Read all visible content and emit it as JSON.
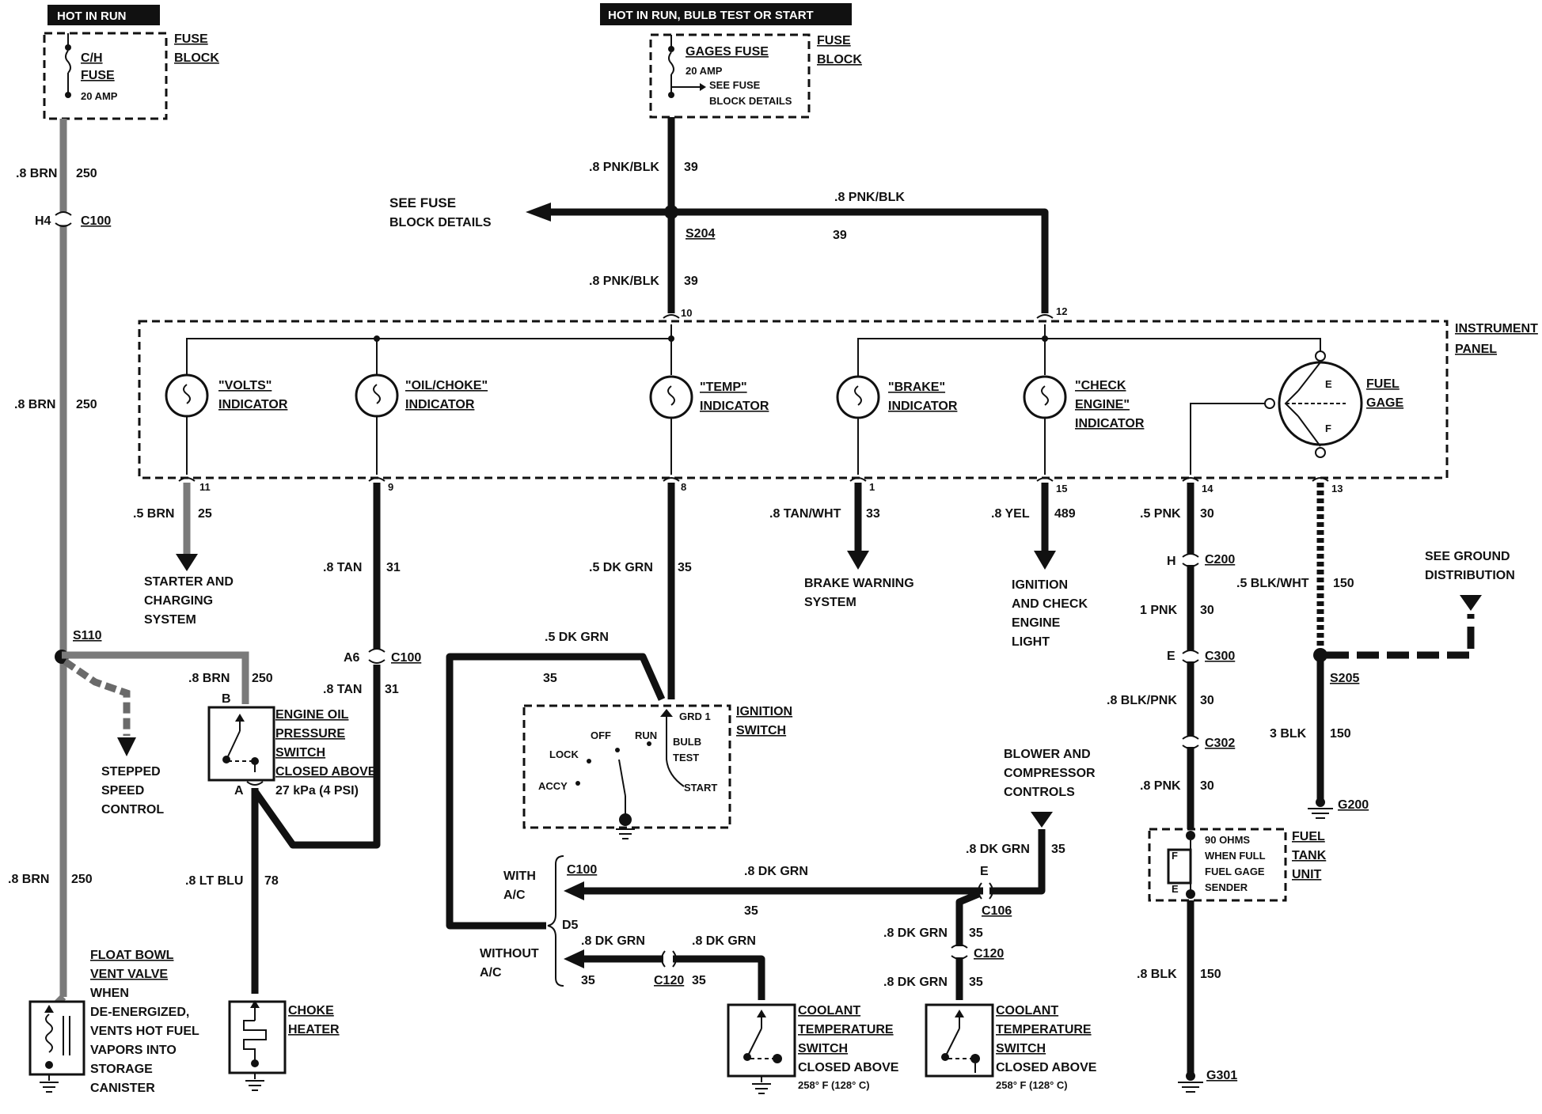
{
  "headers": {
    "hot_in_run": "HOT IN RUN",
    "hot_in_run_bulb": "HOT IN RUN, BULB TEST OR START"
  },
  "fuse_left": {
    "name1": "C/H",
    "name2": "FUSE",
    "rating": "20 AMP",
    "block1": "FUSE",
    "block2": "BLOCK"
  },
  "fuse_right": {
    "name": "GAGES FUSE",
    "rating": "20 AMP",
    "see1": "SEE FUSE",
    "see2": "BLOCK DETAILS",
    "block1": "FUSE",
    "block2": "BLOCK"
  },
  "see_fuse": {
    "line1": "SEE FUSE",
    "line2": "BLOCK DETAILS"
  },
  "wires": {
    "brn_250_a": ".8 BRN",
    "c250": "250",
    "h4": "H4",
    "c100": "C100",
    "pnk_blk": ".8 PNK/BLK",
    "c39": "39",
    "s204": "S204",
    "pin10": "10",
    "pin12": "12",
    "pin11": "11",
    "pin9": "9",
    "pin8": "8",
    "pin1": "1",
    "pin15": "15",
    "pin14": "14",
    "pin13": "13",
    "brn5": ".5 BRN",
    "c25": "25",
    "tan8": ".8 TAN",
    "c31": "31",
    "dkgrn5": ".5 DK GRN",
    "c35": "35",
    "tanwht": ".8 TAN/WHT",
    "c33": "33",
    "yel": ".8 YEL",
    "c489": "489",
    "pnk5": ".5 PNK",
    "c30": "30",
    "h": "H",
    "c200": "C200",
    "pnk1": "1 PNK",
    "e": "E",
    "c300": "C300",
    "blkpnk": ".8 BLK/PNK",
    "c302": "C302",
    "pnk8": ".8 PNK",
    "blkwht": ".5 BLK/WHT",
    "c150": "150",
    "s205": "S205",
    "blk3": "3 BLK",
    "g200": "G200",
    "s110": "S110",
    "a6": "A6",
    "ltblu": ".8 LT BLU",
    "c78": "78",
    "dkgrn8": ".8 DK GRN",
    "d5": "D5",
    "c106": "C106",
    "c120": "C120",
    "blk8": ".8 BLK",
    "g301": "G301",
    "pin_b": "B",
    "pin_a": "A"
  },
  "instrument_panel": {
    "line1": "INSTRUMENT",
    "line2": "PANEL"
  },
  "indicators": {
    "volts": [
      "\"VOLTS\"",
      "INDICATOR"
    ],
    "oil": [
      "\"OIL/CHOKE\"",
      "INDICATOR"
    ],
    "temp": [
      "\"TEMP\"",
      "INDICATOR"
    ],
    "brake": [
      "\"BRAKE\"",
      "INDICATOR"
    ],
    "check": [
      "\"CHECK",
      "ENGINE\"",
      "INDICATOR"
    ],
    "fuel": [
      "FUEL",
      "GAGE"
    ],
    "gage_e": "E",
    "gage_f": "F"
  },
  "destinations": {
    "starter": [
      "STARTER AND",
      "CHARGING",
      "SYSTEM"
    ],
    "brake_warn": [
      "BRAKE WARNING",
      "SYSTEM"
    ],
    "ignition_light": [
      "IGNITION",
      "AND CHECK",
      "ENGINE",
      "LIGHT"
    ],
    "ground_dist": [
      "SEE GROUND",
      "DISTRIBUTION"
    ],
    "stepped": [
      "STEPPED",
      "SPEED",
      "CONTROL"
    ],
    "blower": [
      "BLOWER AND",
      "COMPRESSOR",
      "CONTROLS"
    ]
  },
  "oil_switch": [
    "ENGINE OIL",
    "PRESSURE",
    "SWITCH",
    "CLOSED ABOVE",
    "27 kPa (4 PSI)"
  ],
  "ignition_switch": {
    "title": [
      "IGNITION",
      "SWITCH"
    ],
    "grd": "GRD 1",
    "off": "OFF",
    "run": "RUN",
    "lock": "LOCK",
    "accy": "ACCY",
    "bulb": "BULB",
    "test": "TEST",
    "start": "START"
  },
  "ac": {
    "with1": "WITH",
    "with2": "A/C",
    "without1": "WITHOUT",
    "without2": "A/C"
  },
  "float_bowl": [
    "FLOAT BOWL",
    "VENT VALVE",
    "WHEN",
    "DE-ENERGIZED,",
    "VENTS HOT FUEL",
    "VAPORS INTO",
    "STORAGE",
    "CANISTER"
  ],
  "choke": [
    "CHOKE",
    "HEATER"
  ],
  "coolant1": [
    "COOLANT",
    "TEMPERATURE",
    "SWITCH",
    "CLOSED ABOVE",
    "258° F (128° C)"
  ],
  "coolant2": [
    "COOLANT",
    "TEMPERATURE",
    "SWITCH",
    "CLOSED ABOVE",
    "258° F (128° C)"
  ],
  "fuel_tank": {
    "title": [
      "FUEL",
      "TANK",
      "UNIT"
    ],
    "desc": [
      "90 OHMS",
      "WHEN FULL",
      "FUEL GAGE",
      "SENDER"
    ],
    "f": "F",
    "e": "E"
  }
}
